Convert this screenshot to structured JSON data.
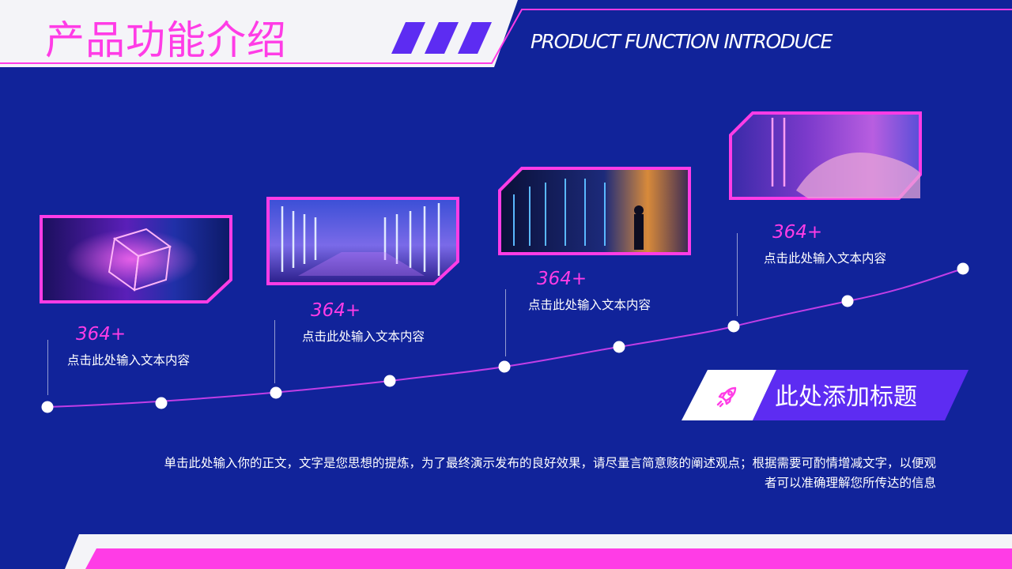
{
  "header": {
    "title": "产品功能介绍",
    "subtitle": "PRODUCT FUNCTION INTRODUCE"
  },
  "timeline": {
    "items": [
      {
        "stat": "364+",
        "text": "点击此处输入文本内容",
        "image": "neon-cube"
      },
      {
        "stat": "364+",
        "text": "点击此处输入文本内容",
        "image": "neon-corridor"
      },
      {
        "stat": "364+",
        "text": "点击此处输入文本内容",
        "image": "server-room"
      },
      {
        "stat": "364+",
        "text": "点击此处输入文本内容",
        "image": "gaming-hands"
      }
    ]
  },
  "badge": {
    "title": "此处添加标题",
    "icon": "rocket-icon"
  },
  "body": {
    "paragraph": "单击此处输入你的正文，文字是您思想的提炼，为了最终演示发布的良好效果，请尽量言简意赅的阐述观点；根据需要可酌情增减文字，以便观者可以准确理解您所传达的信息"
  },
  "colors": {
    "background": "#11239a",
    "accent": "#ff3ce6",
    "purple": "#5d2cf2",
    "white": "#ffffff"
  }
}
